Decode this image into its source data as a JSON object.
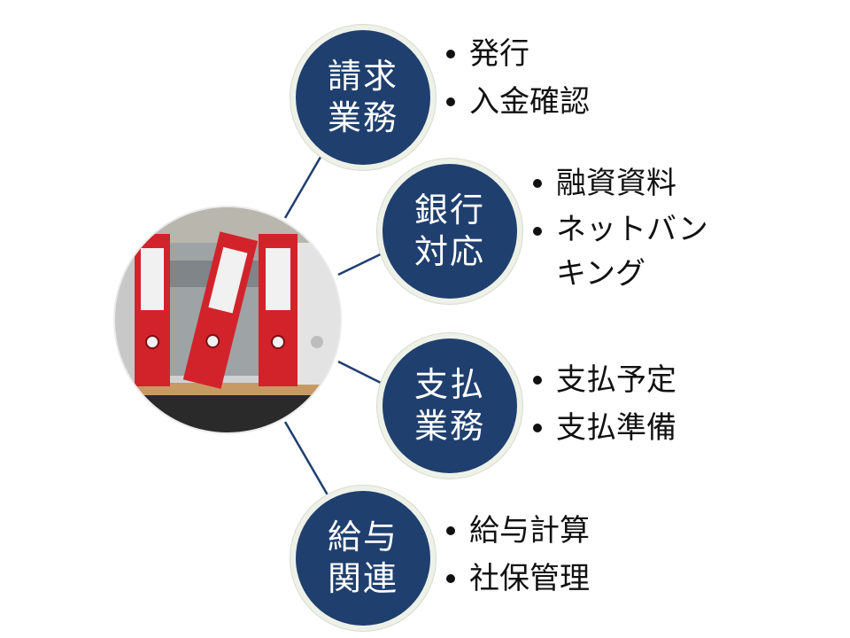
{
  "center_image": {
    "icon": "binders-photo-icon"
  },
  "colors": {
    "node_fill": "#1f3f6e",
    "node_ring": "#eef1e8",
    "connector": "#1f3f6e",
    "binder_red": "#d2232a"
  },
  "nodes": [
    {
      "id": "billing",
      "label_lines": [
        "請求",
        "業務"
      ],
      "items": [
        "発行",
        "入金確認"
      ]
    },
    {
      "id": "bank",
      "label_lines": [
        "銀行",
        "対応"
      ],
      "items": [
        "融資資料",
        "ネットバンキング"
      ]
    },
    {
      "id": "payment",
      "label_lines": [
        "支払",
        "業務"
      ],
      "items": [
        "支払予定",
        "支払準備"
      ]
    },
    {
      "id": "payroll",
      "label_lines": [
        "給与",
        "関連"
      ],
      "items": [
        "給与計算",
        "社保管理"
      ]
    }
  ]
}
